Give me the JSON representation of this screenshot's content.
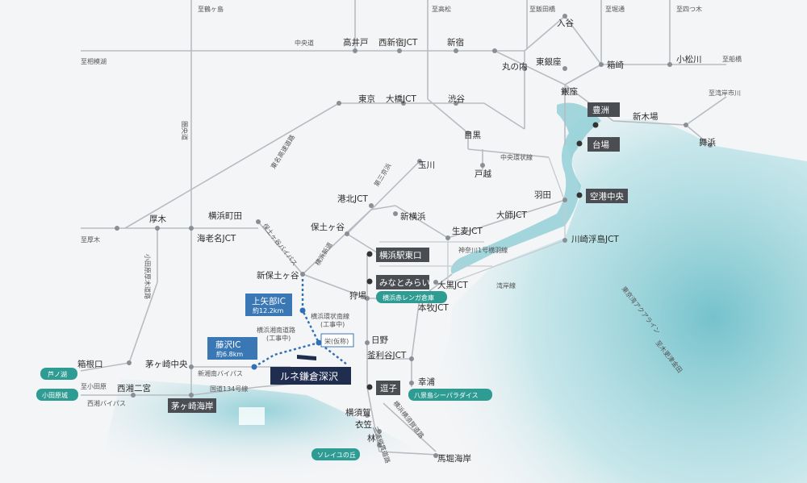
{
  "map": {
    "colors": {
      "background": "#f4f5f7",
      "sea": "#8ecfd8",
      "road": "#b8bcc2",
      "station_box_dark": "#4a4d52",
      "ic_box_blue": "#3a78b5",
      "spot_box_teal": "#2f9c93",
      "project_box": "#1f2d4f",
      "planned_road": "#2e6fb5"
    },
    "project": {
      "name": "ルネ鎌倉深沢"
    },
    "direction_labels": {
      "tsurugashima": "至鶴ヶ島",
      "takamatsu": "至高松",
      "iidabashi": "至飯田橋",
      "horikiri": "至堀通",
      "yotsugi": "至四つ木",
      "funabashi": "至船橋",
      "sagamihara": "至相模湖",
      "wangan_ichikawa": "至湾岸市川",
      "atsugino": "至厚木",
      "odawara": "至小田原",
      "kisarazu": "至木更津金田"
    },
    "place_labels": {
      "takaido": "高井戸",
      "nishishinjuku_jct": "西新宿JCT",
      "shinjuku": "新宿",
      "iriya": "入谷",
      "marunouchi": "丸の内",
      "higashiginza": "東銀座",
      "hakozaki": "箱崎",
      "komatsugawa": "小松川",
      "tokyo": "東京",
      "ohashi_jct": "大橋JCT",
      "shibuya": "渋谷",
      "ginza": "銀座",
      "meguro": "目黒",
      "shinkiba": "新木場",
      "maihama": "舞浜",
      "togoshi": "戸越",
      "tamagawa": "玉川",
      "kohoku_jct": "港北JCT",
      "shinyokohama": "新横浜",
      "haneda": "羽田",
      "daishi_jct": "大師JCT",
      "kawasaki_ukishima_jct": "川崎浮島JCT",
      "atsugi": "厚木",
      "yokohama_machida": "横浜町田",
      "ebina_jct": "海老名JCT",
      "hodogaya": "保土ヶ谷",
      "namamugi_jct": "生麦JCT",
      "shin_hodogaya": "新保土ヶ谷",
      "kariba": "狩場",
      "daikoku_jct": "大黒JCT",
      "honmoku_jct": "本牧JCT",
      "hino": "日野",
      "kamariya_jct": "釜利谷JCT",
      "hakoneguchi": "箱根口",
      "chigasaki_chuo": "茅ヶ崎中央",
      "nishishonan_ninomiya": "西湘二宮",
      "koura": "幸浦",
      "yokosuka": "横須賀",
      "kinugasa": "衣笠",
      "hayashi": "林",
      "mabori_kaigan": "馬堀海岸",
      "yokohama_kannai": "横浜駅東口"
    },
    "road_labels": {
      "chuo_expressway": "中央道",
      "ken_o_do": "圏央道",
      "tomei": "東名高速道路",
      "central_circular": "中央環状線",
      "daisan_keihin": "第三京浜",
      "hodogaya_bypass": "保土ヶ谷バイパス",
      "yokohama_shindo": "横浜新道",
      "kanagawa1": "神奈川1号横羽線",
      "wangan": "湾岸線",
      "aqualine": "東京湾アクアライン",
      "odawara_atsugi": "小田原厚木道路",
      "yokohama_kanjo_nan": "横浜環状南線\n(工事中)",
      "yokohama_shonan": "横浜湘南道路\n(工事中)",
      "shin_shonan_bypass": "新湘南バイパス",
      "route134": "国道134号線",
      "seisho_bypass": "西湘バイパス",
      "yokoyoko": "横浜横須賀道路",
      "miura_jukan": "三浦縦貫道路"
    },
    "dark_boxes": {
      "toyosu": "豊洲",
      "daiba": "台場",
      "airport_central": "空港中央",
      "yokohama_east": "横浜駅東口",
      "minatomirai": "みなとみらい",
      "zushi": "逗子",
      "chigasaki_kaigan": "茅ヶ崎海岸"
    },
    "blue_boxes": {
      "kamiyabe_ic": "上矢部IC",
      "kamiyabe_dist": "約12.2km",
      "fujisawa_ic": "藤沢IC",
      "fujisawa_dist": "約6.8km",
      "sakae": "栄(仮称)"
    },
    "teal_boxes": {
      "red_brick": "横浜赤レンガ倉庫",
      "ashinoko": "芦ノ湖",
      "odawara_castle": "小田原城",
      "hakkeijima": "八景島シーパラダイス",
      "soleil": "ソレイユの丘"
    }
  }
}
